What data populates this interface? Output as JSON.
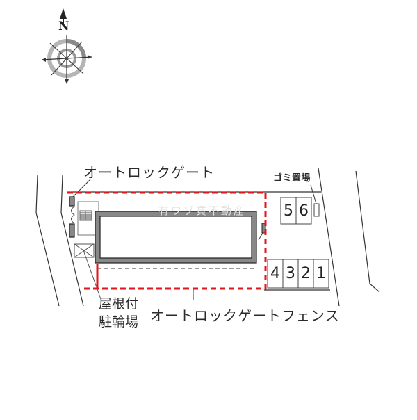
{
  "compass": {
    "north_label": "N",
    "icon": "compass-rose-icon"
  },
  "labels": {
    "auto_lock_gate": "オートロックゲート",
    "garbage_area": "ゴミ置場",
    "covered_bicycle_parking_line1": "屋根付",
    "covered_bicycle_parking_line2": "駐輪場",
    "auto_lock_gate_fence": "オートロックゲートフェンス"
  },
  "watermark": "有ワゾ賃不動産",
  "parking": {
    "upper_row": [
      "5",
      "6"
    ],
    "lower_row": [
      "4",
      "3",
      "2",
      "1"
    ]
  },
  "colors": {
    "fence_red": "#e0161c",
    "building_gray": "#7a7a7a",
    "line_dark": "#333333"
  }
}
